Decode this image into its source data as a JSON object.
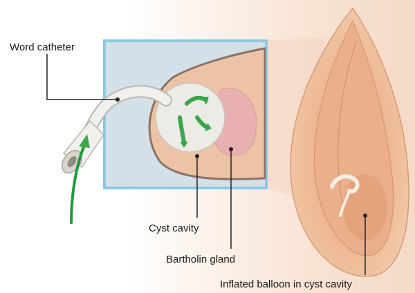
{
  "labels": {
    "catheter": "Word catheter",
    "cyst_cavity": "Cyst cavity",
    "gland": "Bartholin gland",
    "balloon": "Inflated balloon in cyst cavity"
  },
  "colors": {
    "skin": "#f2c9a8",
    "skin_dark": "#e0a580",
    "inset_border": "#8ec9e3",
    "inset_bg": "#d3e0e8",
    "arrow": "#3aa84a",
    "gland": "#e8b0b0"
  }
}
